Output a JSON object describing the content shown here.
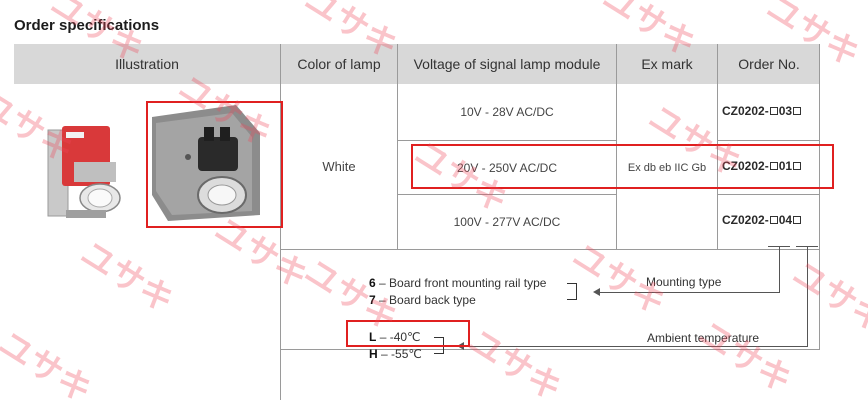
{
  "title": "Order specifications",
  "headers": {
    "illustration": "Illustration",
    "color": "Color of lamp",
    "voltage": "Voltage of signal lamp module",
    "ex_mark": "Ex mark",
    "order_no": "Order No."
  },
  "color_value": "White",
  "ex_mark_value": "Ex db eb IIC Gb",
  "rows": [
    {
      "voltage": "10V - 28V AC/DC",
      "order_prefix": "CZ0202-",
      "order_code": "03"
    },
    {
      "voltage": "20V - 250V AC/DC",
      "order_prefix": "CZ0202-",
      "order_code": "01"
    },
    {
      "voltage": "100V - 277V AC/DC",
      "order_prefix": "CZ0202-",
      "order_code": "04"
    }
  ],
  "mounting": {
    "label": "Mounting type",
    "options": [
      {
        "code": "6",
        "text": "– Board front mounting rail type"
      },
      {
        "code": "7",
        "text": "– Board back type"
      }
    ]
  },
  "temperature": {
    "label": "Ambient temperature",
    "options": [
      {
        "code": "L",
        "text": "– -40℃"
      },
      {
        "code": "H",
        "text": "– -55℃"
      }
    ]
  },
  "colors": {
    "header_bg": "#d8d8d8",
    "highlight": "#e02020",
    "watermark": "#f0465a",
    "housing_red": "#d9393a"
  },
  "watermark_text": "ユサキ"
}
